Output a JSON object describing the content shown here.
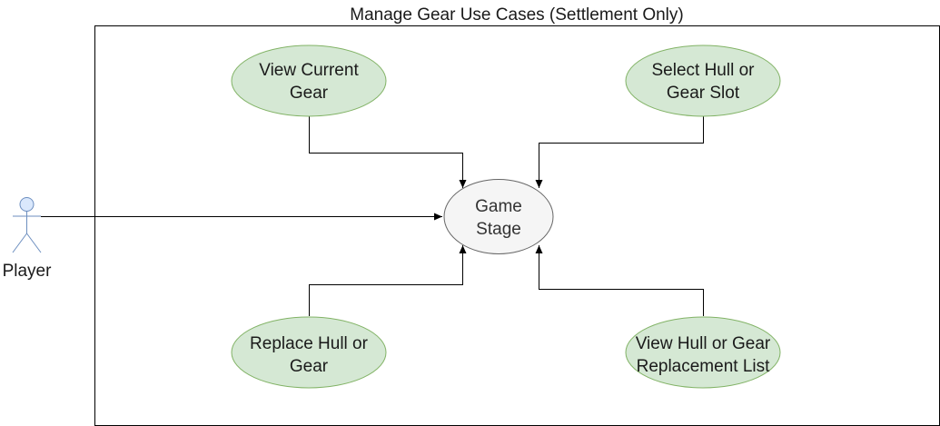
{
  "diagram": {
    "title": "Manage Gear Use Cases (Settlement Only)",
    "actor": {
      "name": "Player"
    },
    "center": {
      "line1": "Game",
      "line2": "Stage"
    },
    "use_cases": {
      "view_current_gear": {
        "line1": "View Current",
        "line2": "Gear"
      },
      "select_hull_or_gear_slot": {
        "line1": "Select Hull or",
        "line2": "Gear Slot"
      },
      "replace_hull_or_gear": {
        "line1": "Replace Hull or",
        "line2": "Gear"
      },
      "view_replacement_list": {
        "line1": "View Hull or Gear",
        "line2": "Replacement List"
      }
    },
    "colors": {
      "use_case_fill": "#d5e8d4",
      "use_case_stroke": "#82b366",
      "center_fill": "#f5f5f5",
      "center_stroke": "#666666",
      "center_text": "#333333",
      "actor_fill": "#dae8fc",
      "actor_stroke": "#6c8ebf",
      "line": "#000000"
    }
  }
}
